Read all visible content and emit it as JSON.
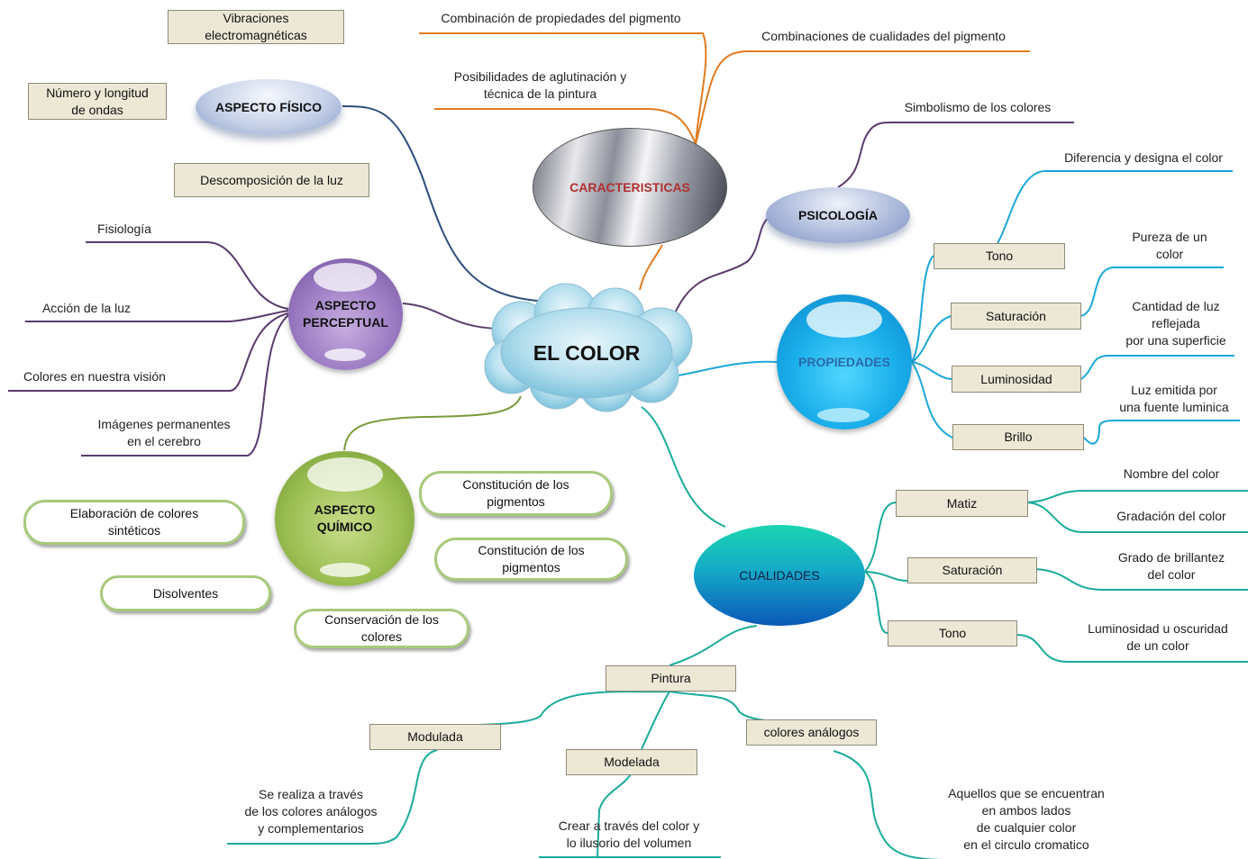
{
  "center": {
    "label": "EL COLOR"
  },
  "aspecto_fisico": {
    "label": "ASPECTO FÍSICO",
    "items": [
      "Vibraciones\nelectromagnéticas",
      "Número y longitud\nde ondas",
      "Descomposición de la luz"
    ]
  },
  "caracteristicas": {
    "label": "CARACTERISTICAS",
    "items": [
      "Combinación de propiedades del pigmento",
      "Combinaciones de cualidades del pigmento",
      "Posibilidades de aglutinación y\ntécnica de la pintura"
    ]
  },
  "psicologia": {
    "label": "PSICOLOGÍA",
    "items": [
      "Simbolismo de los colores"
    ]
  },
  "propiedades": {
    "label": "PROPIEDADES",
    "items": [
      {
        "label": "Tono",
        "desc": "Diferencia y designa el color"
      },
      {
        "label": "Saturación",
        "desc": "Pureza de un\ncolor"
      },
      {
        "label": "Luminosidad",
        "desc": "Cantidad de luz\nreflejada\npor una superficie"
      },
      {
        "label": "Brillo",
        "desc": "Luz emitida por\nuna fuente luminica"
      }
    ]
  },
  "aspecto_perceptual": {
    "label": "ASPECTO\nPERCEPTUAL",
    "items": [
      "Fisiología",
      "Acción de la luz",
      "Colores en nuestra visión",
      "Imágenes permanentes\nen el cerebro"
    ]
  },
  "aspecto_quimico": {
    "label": "ASPECTO\nQUÍMICO",
    "items": [
      "Constitución de los\npigmentos",
      "Constitución de los\npigmentos",
      "Elaboración de colores\nsintéticos",
      "Disolventes",
      "Conservación de los\ncolores"
    ]
  },
  "cualidades": {
    "label": "CUALIDADES",
    "items": [
      {
        "label": "Matiz",
        "descs": [
          "Nombre del color",
          "Gradación del color"
        ]
      },
      {
        "label": "Saturación",
        "descs": [
          "Grado de brillantez\ndel color"
        ]
      },
      {
        "label": "Tono",
        "descs": [
          "Luminosidad  u oscuridad\nde un color"
        ]
      }
    ]
  },
  "pintura": {
    "label": "Pintura",
    "items": [
      {
        "label": "Modulada",
        "desc": "Se realiza a través\nde los colores análogos\ny complementarios"
      },
      {
        "label": "Modelada",
        "desc": "Crear a través del color y\nlo ilusorio del volumen"
      },
      {
        "label": "colores análogos",
        "desc": "Aquellos que se encuentran\nen ambos lados\nde cualquier color\nen el circulo cromatico"
      }
    ]
  },
  "colors": {
    "fisico": "#2e4e7e",
    "caracteristicas": "#e07b1e",
    "psicologia": "#5a3a6e",
    "propiedades": "#1ba8d8",
    "perceptual": "#5a3a6e",
    "quimico": "#7a9a3a",
    "cualidades": "#1aab9b"
  }
}
